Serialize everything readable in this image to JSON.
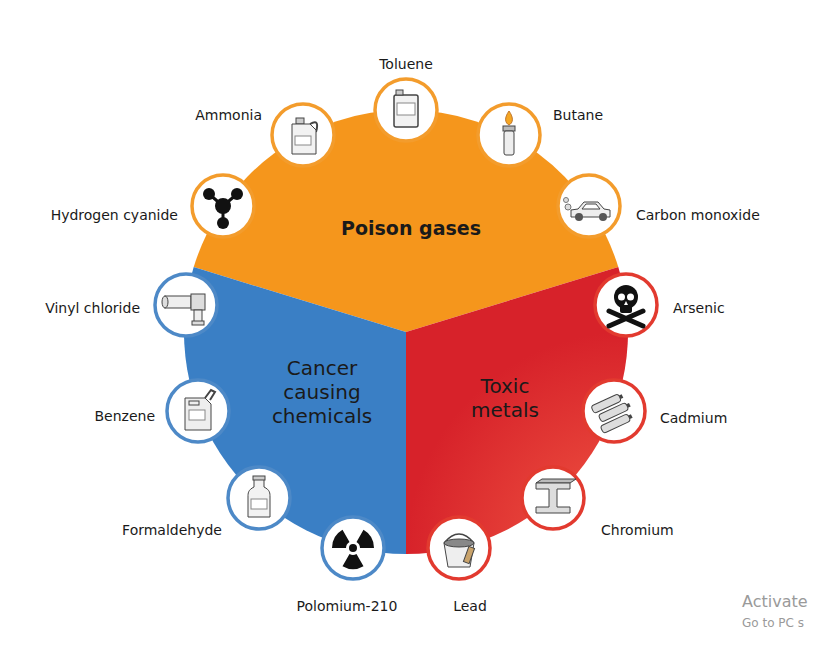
{
  "diagram": {
    "nodes": [
      {
        "text": [
          "Poison gases"
        ]
      },
      {
        "text": [
          "Cancer causing chemicals"
        ]
      },
      {
        "text": [
          "Toxic metals"
        ]
      },
      {
        "text": [
          "Toluene"
        ]
      },
      {
        "text": [
          "Butane"
        ]
      },
      {
        "text": [
          "Carbon monoxide"
        ]
      },
      {
        "text": [
          "Arsenic"
        ]
      },
      {
        "text": [
          "Cadmium"
        ]
      },
      {
        "text": [
          "Chromium"
        ]
      },
      {
        "text": [
          "Lead"
        ]
      },
      {
        "text": [
          "Polomium-210"
        ]
      },
      {
        "text": [
          "Formaldehyde"
        ]
      },
      {
        "text": [
          "Benzene"
        ]
      },
      {
        "text": [
          "Vinyl chloride"
        ]
      },
      {
        "text": [
          "Hydrogen cyanide"
        ]
      },
      {
        "text": [
          "Ammonia"
        ]
      }
    ],
    "labels": [
      "Activate",
      "Go to PC s"
    ]
  }
}
